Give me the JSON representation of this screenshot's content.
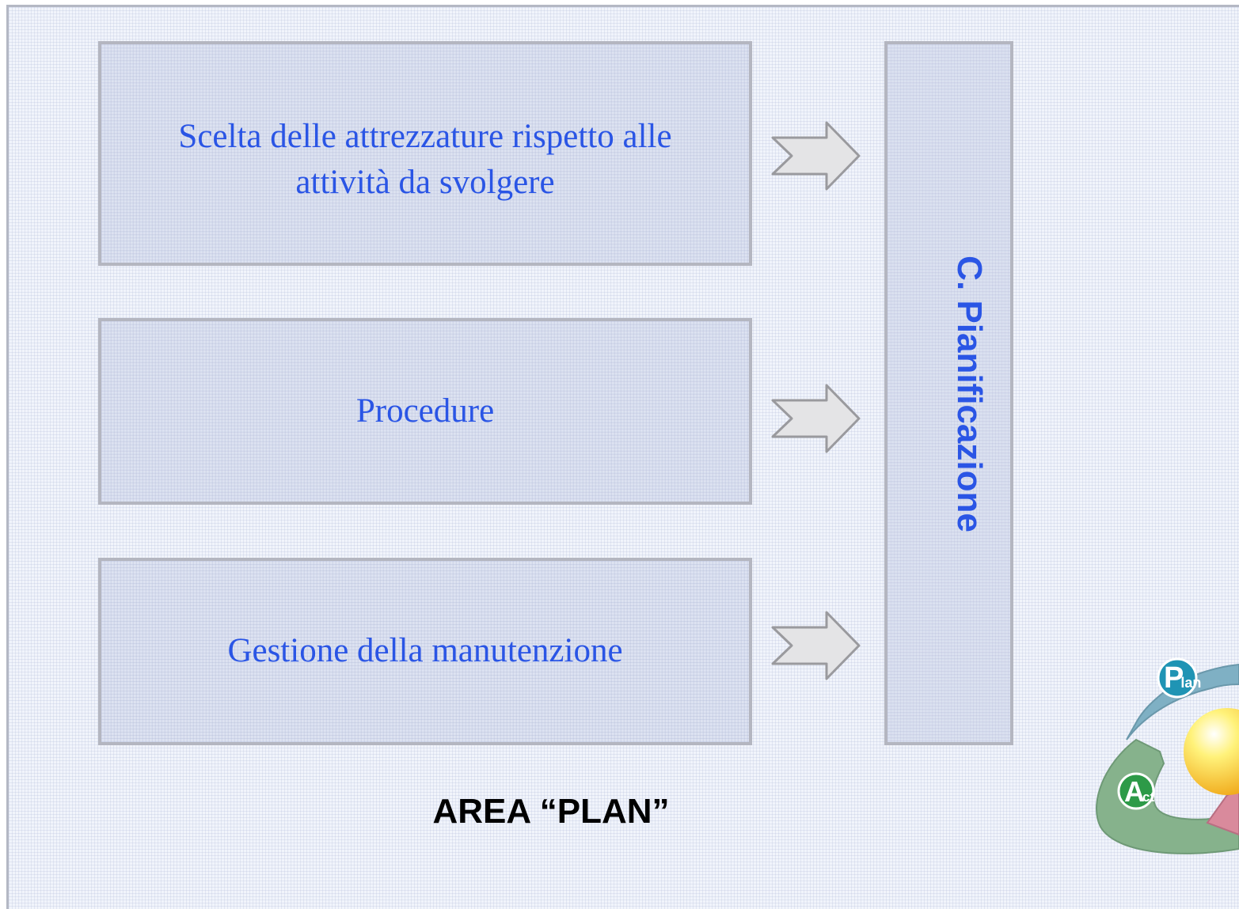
{
  "boxes": [
    {
      "label": "Scelta delle attrezzature rispetto alle attività da svolgere"
    },
    {
      "label": "Procedure"
    },
    {
      "label": "Gestione della manutenzione"
    }
  ],
  "target": {
    "label": "C. Pianificazione"
  },
  "area_title": "AREA “PLAN”",
  "pdca": {
    "plan_letter": "P",
    "plan_suffix": "lan",
    "act_letter": "A",
    "act_suffix": "ct",
    "colors": {
      "plan_arrow": "#7fb0c4",
      "act_arrow": "#86b28c",
      "do_arrow": "#d98a9c",
      "plan_badge": "#1f94b4",
      "act_badge": "#2d9a48",
      "sphere": "#f5d22a"
    }
  },
  "colors": {
    "text_blue": "#2a55e5",
    "box_border": "#b4b6c0",
    "arrow_fill": "#e4e4e6",
    "arrow_stroke": "#9a9a9e"
  }
}
